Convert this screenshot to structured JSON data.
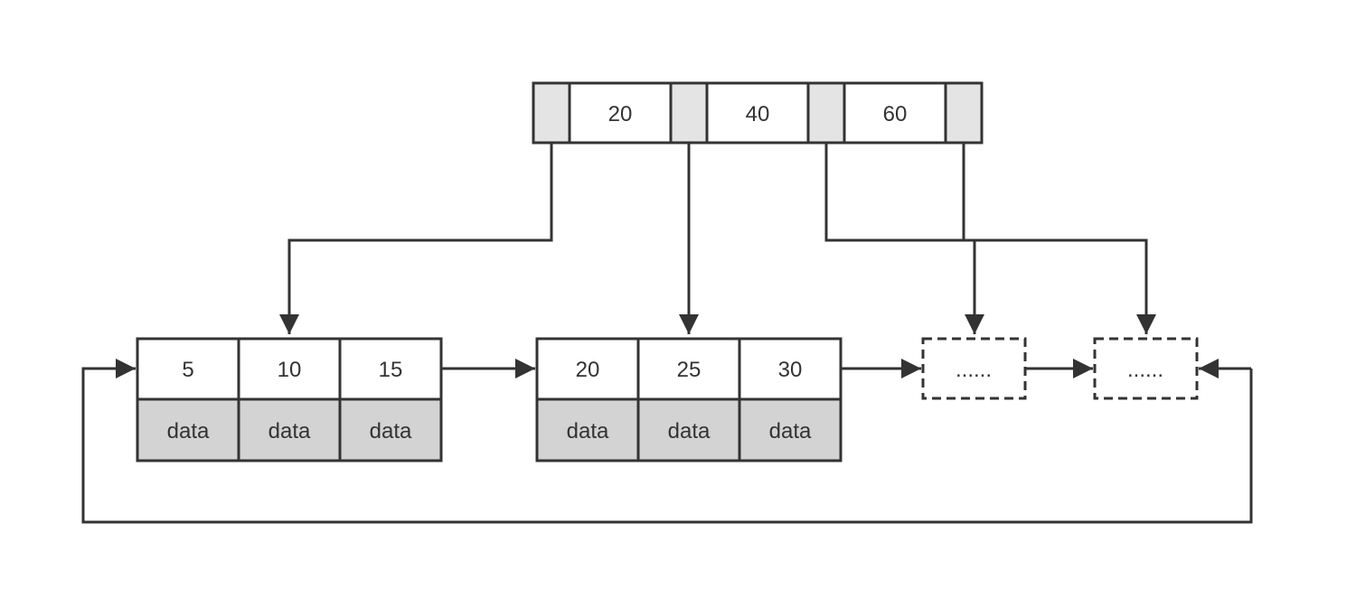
{
  "colors": {
    "line": "#333333",
    "pointer_fill": "#e4e4e4",
    "data_fill": "#d3d3d3",
    "key_fill": "#ffffff"
  },
  "root": {
    "keys": [
      "20",
      "40",
      "60"
    ]
  },
  "leaves": [
    {
      "keys": [
        "5",
        "10",
        "15"
      ],
      "data": [
        "data",
        "data",
        "data"
      ]
    },
    {
      "keys": [
        "20",
        "25",
        "30"
      ],
      "data": [
        "data",
        "data",
        "data"
      ]
    }
  ],
  "placeholders": [
    "......",
    "......"
  ]
}
